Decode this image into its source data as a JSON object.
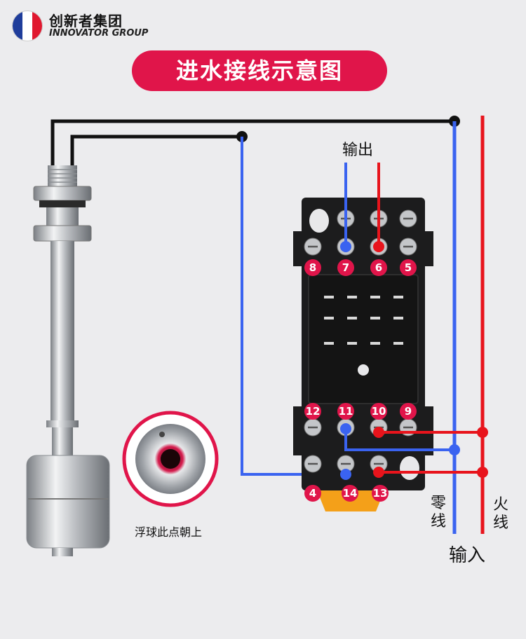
{
  "brand": {
    "name_cn": "创新者集团",
    "name_en": "INNOVATOR GROUP",
    "flag_colors": [
      "#1f3d9b",
      "#ffffff",
      "#e0182f"
    ]
  },
  "title": "进水接线示意图",
  "labels": {
    "output": "输出",
    "input": "输入",
    "neutral_line": [
      "零",
      "线"
    ],
    "live_line": [
      "火",
      "线"
    ],
    "float_caption": "浮球此点朝上"
  },
  "relay_pins": {
    "top_row": [
      "8",
      "7",
      "6",
      "5"
    ],
    "upper_bottom_row": [
      "12",
      "11",
      "10",
      "9"
    ],
    "lower_bottom_row": [
      "4",
      "14",
      "13"
    ]
  },
  "colors": {
    "accent": "#e0154a",
    "wire_blue": "#3a63f0",
    "wire_red": "#e8141c",
    "wire_black": "#111111"
  },
  "icons": [
    "french-flag-icon",
    "float-switch-icon",
    "relay-socket-icon"
  ]
}
